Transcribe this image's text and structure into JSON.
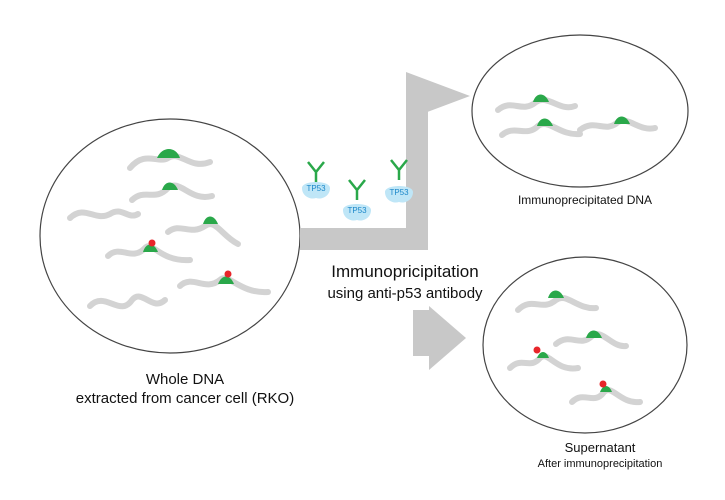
{
  "labels": {
    "whole_dna_line1": "Whole DNA",
    "whole_dna_line2": "extracted from cancer cell (RKO)",
    "immunoprecipitated": "Immunoprecipitated DNA",
    "process_line1": "Immunopricipitation",
    "process_line2": "using anti-p53 antibody",
    "supernatant_line1": "Supernatant",
    "supernatant_line2": "After immunoprecipitation"
  },
  "antibody_protein_label": "TP53",
  "colors": {
    "dna_strand": "#d3d3d3",
    "binding_site": "#2aa84a",
    "mutation_mark": "#e8252a",
    "arrow": "#c8c8c8",
    "protein": "#bfe6f7",
    "protein_text": "#1b87c9",
    "circle_outline": "#444444"
  }
}
